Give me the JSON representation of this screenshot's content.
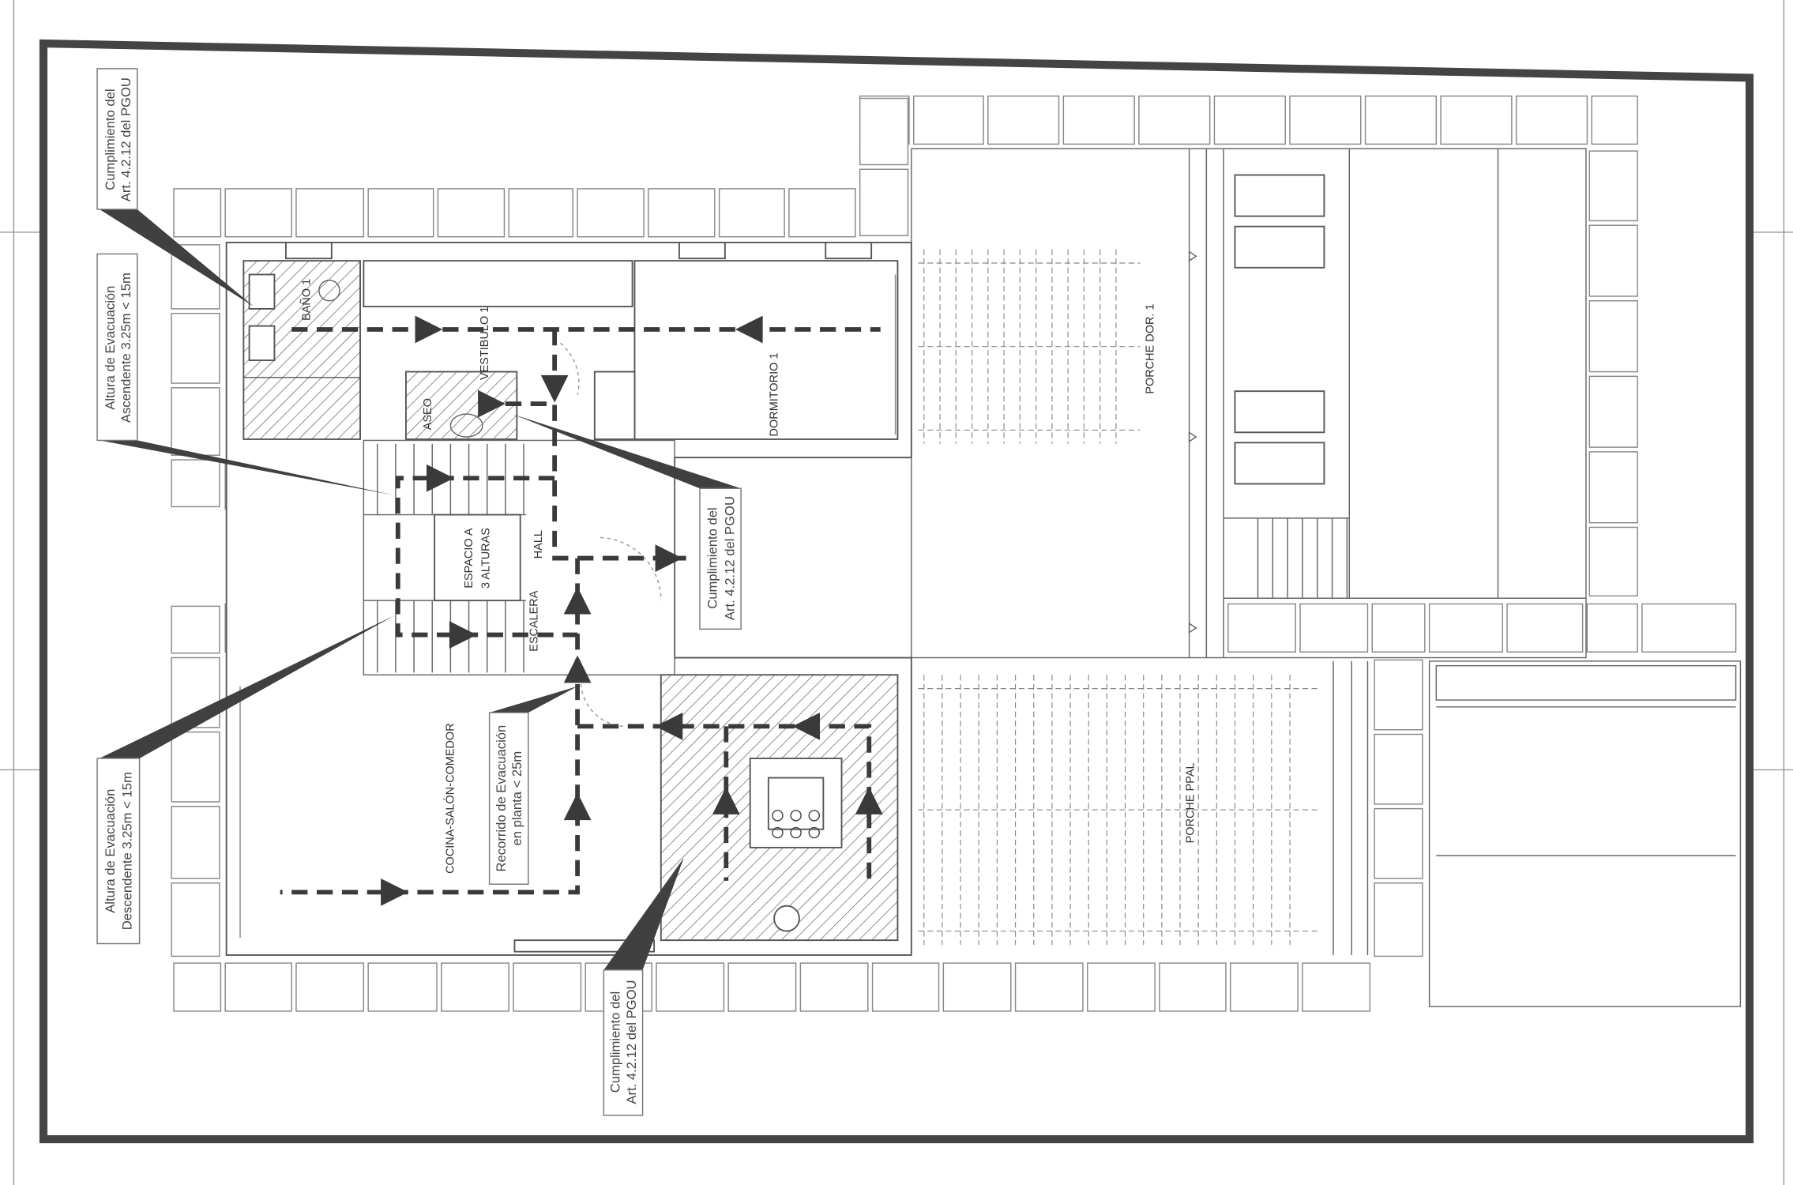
{
  "drawing": {
    "rooms": {
      "bano": "BAÑO 1",
      "vestibulo": "VESTIBULO 1",
      "aseo": "ASEO",
      "dormitorio": "DORMITORIO 1",
      "espacio_1": "ESPACIO A",
      "espacio_2": "3 ALTURAS",
      "hall": "HALL",
      "escalera": "ESCALERA",
      "cocina": "COCINA-SALÓN-COMEDOR",
      "porche_dor": "PORCHE DOR. 1",
      "porche_ppal": "PORCHE PPAL"
    },
    "callouts": {
      "pgou_top": [
        "Cumplimiento del",
        "Art. 4.2.12 del PGOU"
      ],
      "ascendente": [
        "Altura de Evacuación",
        "Ascendente 3.25m < 15m"
      ],
      "descendente": [
        "Altura de Evacuación",
        "Descendente 3.25m < 15m"
      ],
      "recorrido": [
        "Recorrido de Evacuación",
        "en planta < 25m"
      ],
      "pgou_hall": [
        "Cumplimiento del",
        "Art. 4.2.12 del PGOU"
      ],
      "pgou_kitchen": [
        "Cumplimiento del",
        "Art. 4.2.12 del PGOU"
      ]
    },
    "colors": {
      "frame": "#444444",
      "evacuation_path": "#3a3a3a",
      "lines": "#666666"
    }
  }
}
